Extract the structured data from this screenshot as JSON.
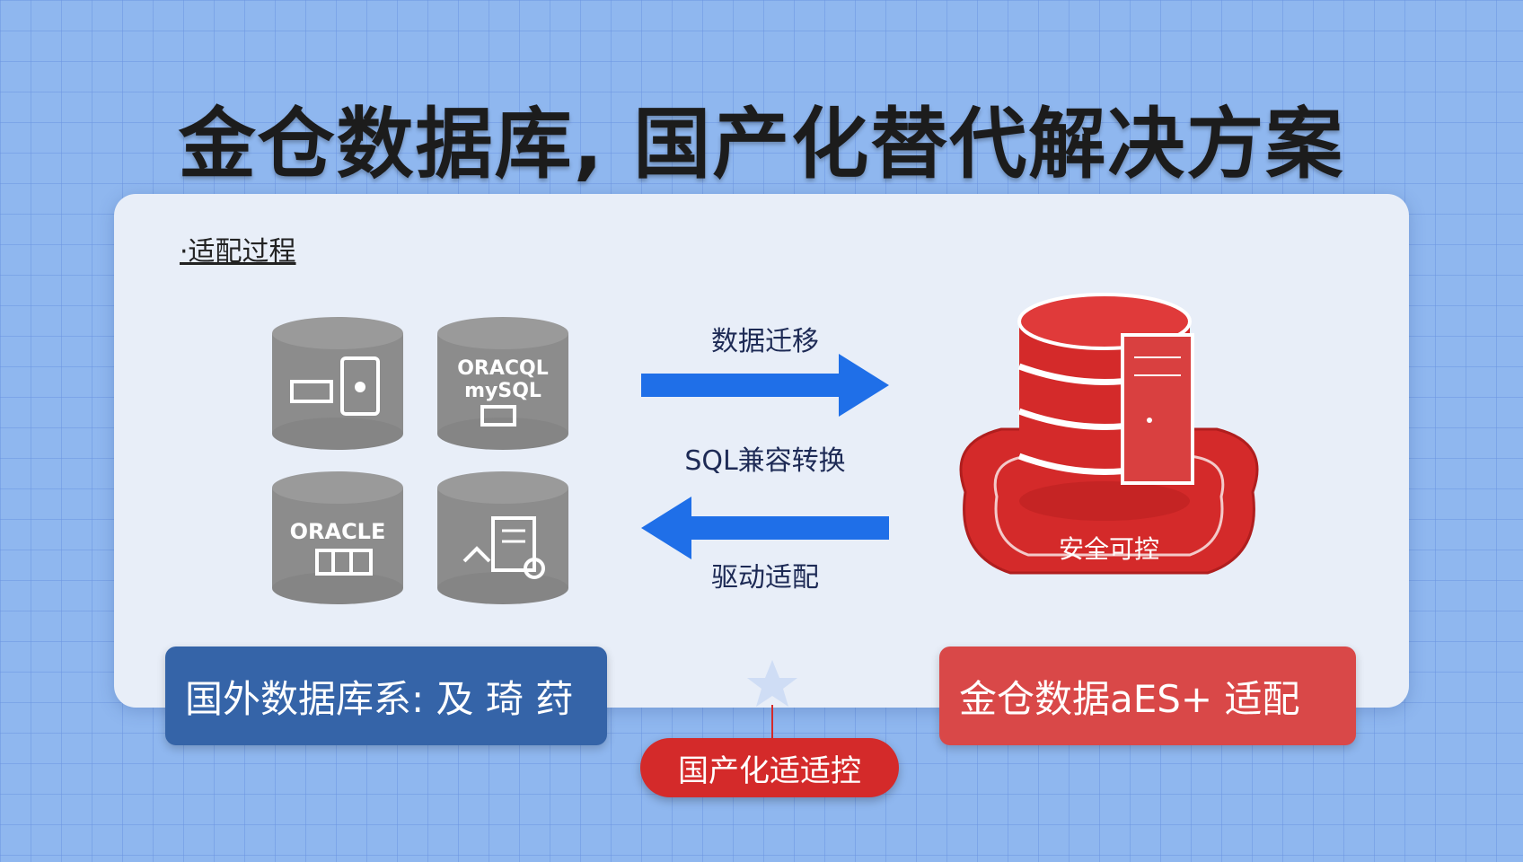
{
  "title": "金仓数据库, 国产化替代解决方案",
  "panel_label": "·适配过程",
  "sources": [
    {
      "name": "source-db-1",
      "label": ""
    },
    {
      "name": "source-db-2",
      "label": "ORACQL mySQL"
    },
    {
      "name": "source-db-3",
      "label": "ORACLE"
    },
    {
      "name": "source-db-4",
      "label": ""
    }
  ],
  "flows": {
    "top": "数据迁移",
    "middle": "SQL兼容转换",
    "bottom": "驱动适配"
  },
  "target": {
    "badge": "安全可控"
  },
  "footer": {
    "left": "国外数据库系: 及 琦 荮",
    "right": "金仓数据aES+ 适配",
    "pill": "国产化适适控"
  },
  "colors": {
    "blue_arrow": "#1f6fe8",
    "red": "#d42a2a",
    "left_box": "#3564a8",
    "right_box": "#d94848",
    "grey_db": "#8c8c8c"
  }
}
